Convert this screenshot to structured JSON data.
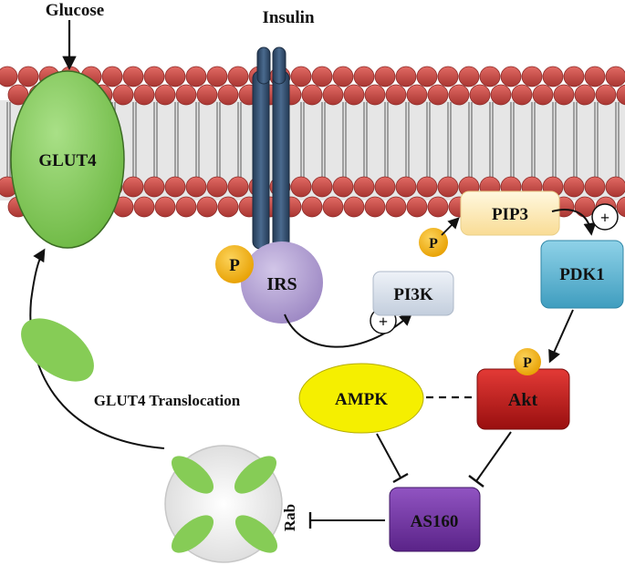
{
  "labels": {
    "glucose": "Glucose",
    "insulin": "Insulin",
    "glut4": "GLUT4",
    "irs": "IRS",
    "phospho": "P",
    "pi3k": "PI3K",
    "pip3": "PIP3",
    "pdk1": "PDK1",
    "akt": "Akt",
    "ampk": "AMPK",
    "as160": "AS160",
    "rab": "Rab",
    "translocation": "GLUT4 Translocation",
    "plus": "+"
  },
  "colors": {
    "lipid_head": "#cd4c48",
    "lipid_tail": "#8a8a8a",
    "membrane_band": "#d9d9d9",
    "receptor": "#2f4a68",
    "glut4": "#8fd066",
    "irs": "#b7a6d3",
    "phospho": "#f6b30e",
    "pi3k": "#dde4ee",
    "pip3": "#fdefc4",
    "pdk1": "#5db6d4",
    "akt": "#c11a1a",
    "ampk": "#f5ef00",
    "as160": "#7235a3",
    "vesicle_glut4": "#86cc56"
  },
  "icons": [
    "membrane-bilayer",
    "insulin-receptor",
    "glut4-transporter",
    "storage-vesicle"
  ]
}
